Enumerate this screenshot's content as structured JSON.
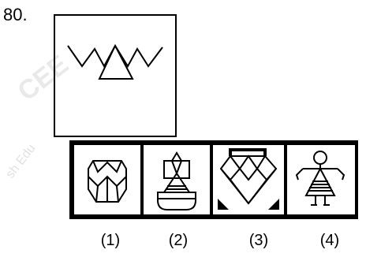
{
  "question": {
    "number": "80."
  },
  "options": [
    {
      "label": "(1)"
    },
    {
      "label": "(2)"
    },
    {
      "label": "(3)"
    },
    {
      "label": "(4)"
    }
  ],
  "watermark": {
    "brand": "CEE",
    "text": "sh Edu"
  }
}
